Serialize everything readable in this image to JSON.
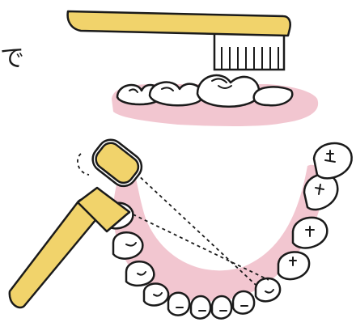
{
  "caption": {
    "text": "で"
  },
  "illustration": {
    "top_panel": "toothbrush-on-molars",
    "bottom_panel": "tufted-brush-on-lower-arch"
  },
  "colors": {
    "handle": "#f1d36b",
    "outline": "#1a1a1a",
    "gum": "#f2c6d0",
    "tooth": "#ffffff"
  }
}
